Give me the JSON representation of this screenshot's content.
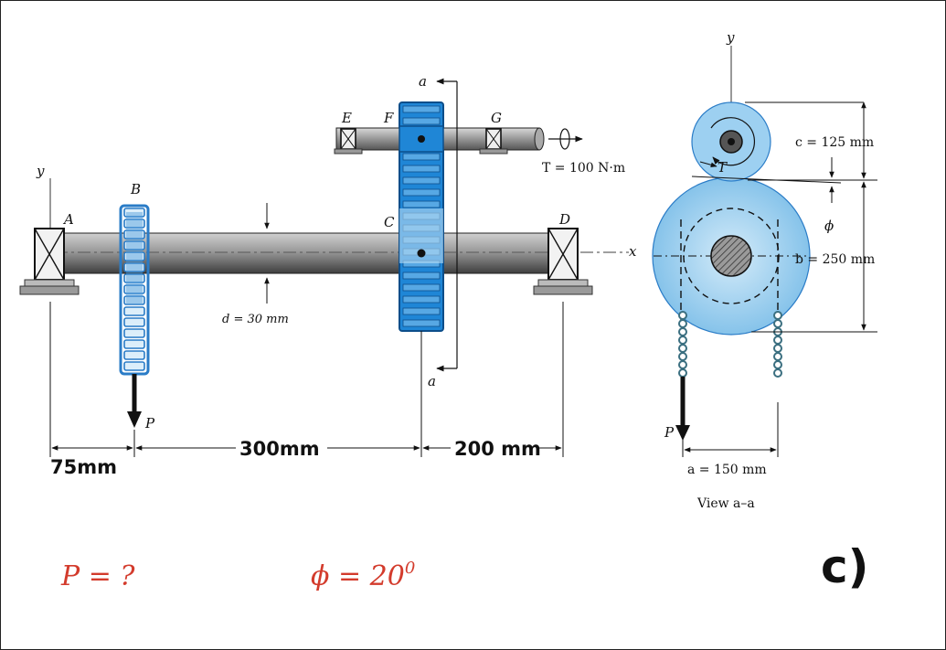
{
  "labels": {
    "A": "A",
    "B": "B",
    "C": "C",
    "D": "D",
    "E": "E",
    "F": "F",
    "G": "G",
    "y_left": "y",
    "y_right": "y",
    "x_axis": "x",
    "a_top": "a",
    "a_bottom": "a",
    "T_point": "T",
    "P_left": "P",
    "P_right": "P",
    "phi": "ϕ"
  },
  "dimensions": {
    "d": "d = 30 mm",
    "torque": "T = 100 N·m",
    "span_75": "75mm",
    "span_300": "300mm",
    "span_200": "200 mm",
    "c": "c = 125 mm",
    "b": "b = 250 mm",
    "a": "a = 150 mm",
    "view": "View a–a"
  },
  "problem": {
    "P_eq": "P = ?",
    "phi_eq": "ϕ = 20",
    "phi_sup": "0",
    "part": "c)"
  },
  "colors": {
    "shaft_dark": "#4a4a4a",
    "shaft_light": "#b8b8b8",
    "gear_blue": "#1f86d6",
    "gear_light": "#b7dcf4",
    "answer_red": "#d33b2c"
  }
}
